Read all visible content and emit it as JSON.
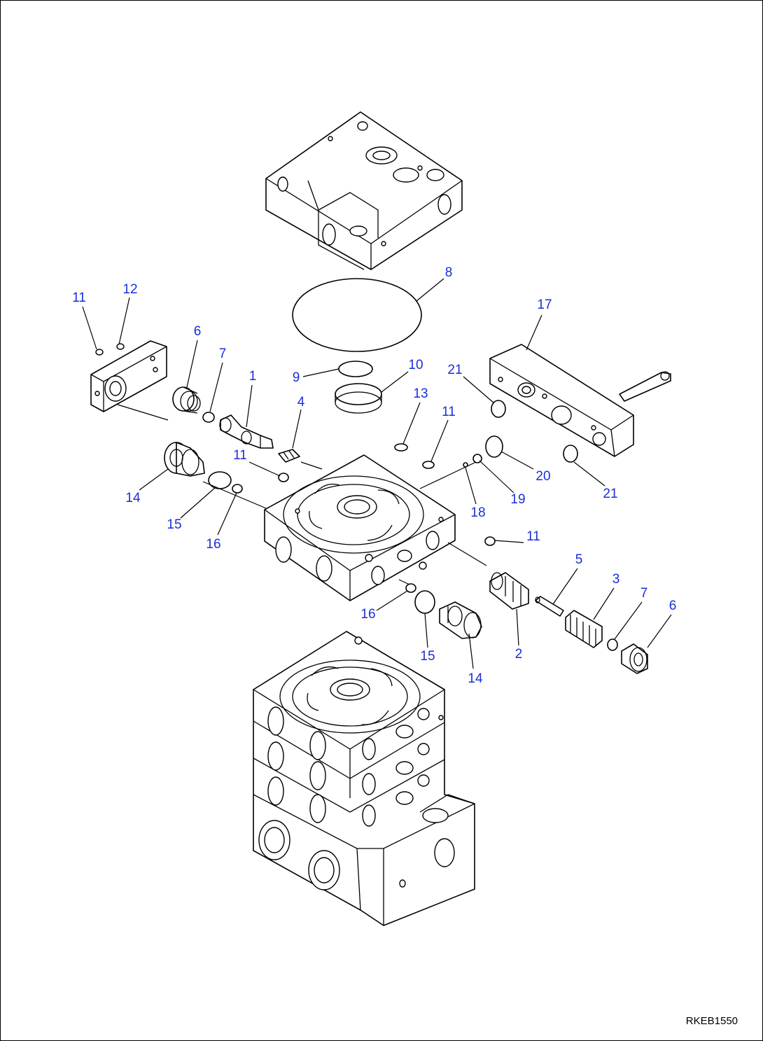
{
  "drawing_code": "RKEB1550",
  "callouts": [
    {
      "id": "c1",
      "label": "1"
    },
    {
      "id": "c2",
      "label": "2"
    },
    {
      "id": "c3",
      "label": "3"
    },
    {
      "id": "c4",
      "label": "4"
    },
    {
      "id": "c5",
      "label": "5"
    },
    {
      "id": "c6a",
      "label": "6"
    },
    {
      "id": "c6b",
      "label": "6"
    },
    {
      "id": "c7a",
      "label": "7"
    },
    {
      "id": "c7b",
      "label": "7"
    },
    {
      "id": "c8",
      "label": "8"
    },
    {
      "id": "c9",
      "label": "9"
    },
    {
      "id": "c10",
      "label": "10"
    },
    {
      "id": "c11a",
      "label": "11"
    },
    {
      "id": "c11b",
      "label": "11"
    },
    {
      "id": "c11c",
      "label": "11"
    },
    {
      "id": "c11d",
      "label": "11"
    },
    {
      "id": "c12",
      "label": "12"
    },
    {
      "id": "c13",
      "label": "13"
    },
    {
      "id": "c14a",
      "label": "14"
    },
    {
      "id": "c14b",
      "label": "14"
    },
    {
      "id": "c15a",
      "label": "15"
    },
    {
      "id": "c15b",
      "label": "15"
    },
    {
      "id": "c16a",
      "label": "16"
    },
    {
      "id": "c16b",
      "label": "16"
    },
    {
      "id": "c17",
      "label": "17"
    },
    {
      "id": "c18",
      "label": "18"
    },
    {
      "id": "c19",
      "label": "19"
    },
    {
      "id": "c20",
      "label": "20"
    },
    {
      "id": "c21a",
      "label": "21"
    },
    {
      "id": "c21b",
      "label": "21"
    }
  ]
}
